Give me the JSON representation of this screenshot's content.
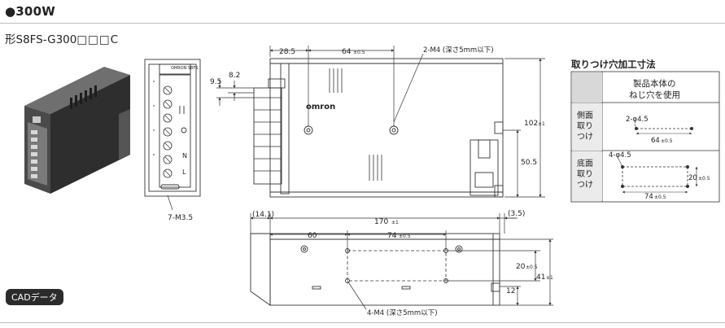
{
  "section": {
    "bullet": "●",
    "title": "300W"
  },
  "model": {
    "prefix": "形S8FS-G300",
    "boxes": "□□□",
    "suffix": "C"
  },
  "cad_button": "CADデータ",
  "labels": {
    "brand": "omron",
    "brand_side": "OMRON S8FS",
    "terminal_n": "N",
    "terminal_l": "L",
    "terminal_screw": "7-M3.5"
  },
  "dims": {
    "d28_5": "28.5",
    "d64_top": "64",
    "tol05": "±0.5",
    "tol1": "±1",
    "m4_top": "2-M4 (深さ5mm以下)",
    "d9_5": "9.5",
    "d8_2": "8.2",
    "d102": "102",
    "d50_5": "50.5",
    "d14_1": "(14.1)",
    "d170": "170",
    "d3_5": "(3.5)",
    "d60": "60",
    "d74": "74",
    "d20": "20",
    "d41": "41",
    "d12": "12",
    "m4_bottom": "4-M4 (深さ5mm以下)"
  },
  "mounting_table": {
    "title": "取りつけ穴加工寸法",
    "header": [
      "製品本体の",
      "ねじ穴を使用"
    ],
    "rows": [
      {
        "label": [
          "側面",
          "取り",
          "つけ"
        ],
        "hole": "2-φ4.5",
        "dim_h": "64",
        "dim_h_tol": "±0.5"
      },
      {
        "label": [
          "底面",
          "取り",
          "つけ"
        ],
        "hole": "4-φ4.5",
        "dim_h": "74",
        "dim_h_tol": "±0.5",
        "dim_v": "20",
        "dim_v_tol": "±0.5"
      }
    ]
  }
}
